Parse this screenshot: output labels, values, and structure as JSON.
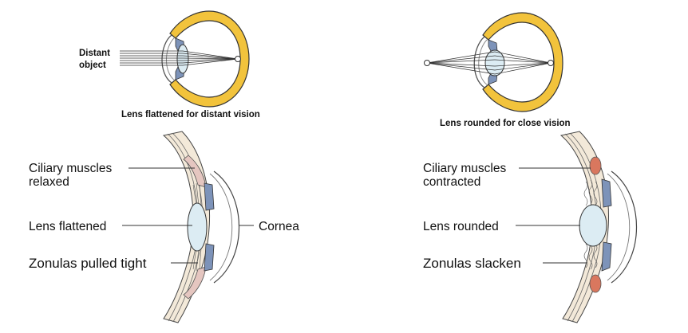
{
  "top_left": {
    "object_label_line1": "Distant",
    "object_label_line2": "object",
    "caption": "Lens flattened for distant vision"
  },
  "top_right": {
    "caption": "Lens rounded for close vision"
  },
  "bottom_left": {
    "ciliary_line1": "Ciliary muscles",
    "ciliary_line2": "relaxed",
    "lens": "Lens flattened",
    "cornea": "Cornea",
    "zonulas": "Zonulas pulled tight"
  },
  "bottom_right": {
    "ciliary_line1": "Ciliary muscles",
    "ciliary_line2": "contracted",
    "lens": "Lens rounded",
    "zonulas": "Zonulas slacken"
  },
  "colors": {
    "sclera": "#f2c33c",
    "muscle": "#e5c6c0",
    "muscle_contracted": "#d9775e",
    "iris": "#7d93b9",
    "lens": "#dcecf3"
  }
}
